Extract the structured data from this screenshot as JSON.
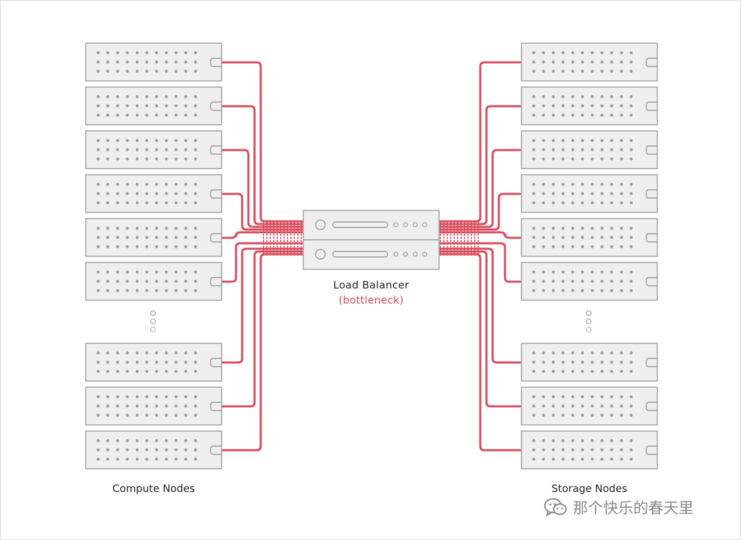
{
  "load_balancer": {
    "label": "Load Balancer",
    "note": "(bottleneck)"
  },
  "compute": {
    "label": "Compute Nodes",
    "visible_servers": 9
  },
  "storage": {
    "label": "Storage Nodes",
    "visible_servers": 9
  },
  "watermark": {
    "icon": "wechat-icon",
    "text": "那个快乐的春天里"
  },
  "colors": {
    "cable": "#d9495a",
    "server_fill": "#efefef",
    "server_stroke": "#9a9a9a",
    "dot": "#9a9a9a",
    "ellipsis": "#aaaaaa"
  }
}
